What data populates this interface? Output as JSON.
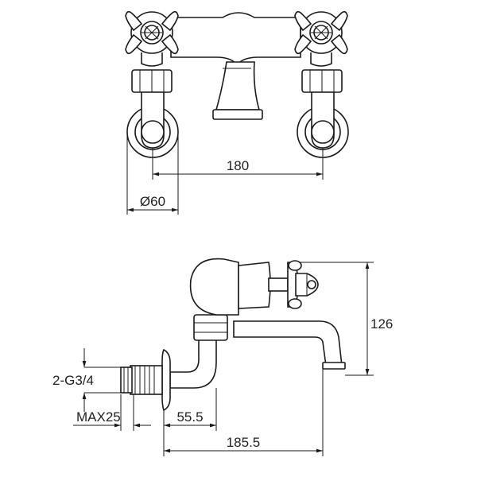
{
  "drawing": {
    "front_view": {
      "dim_center_distance": "180",
      "dim_flange_diameter": "Ø60"
    },
    "side_view": {
      "dim_height": "126",
      "dim_thread": "2-G3/4",
      "dim_max_thread_length": "MAX25",
      "dim_wall_offset": "55.5",
      "dim_total_projection": "185.5"
    }
  }
}
